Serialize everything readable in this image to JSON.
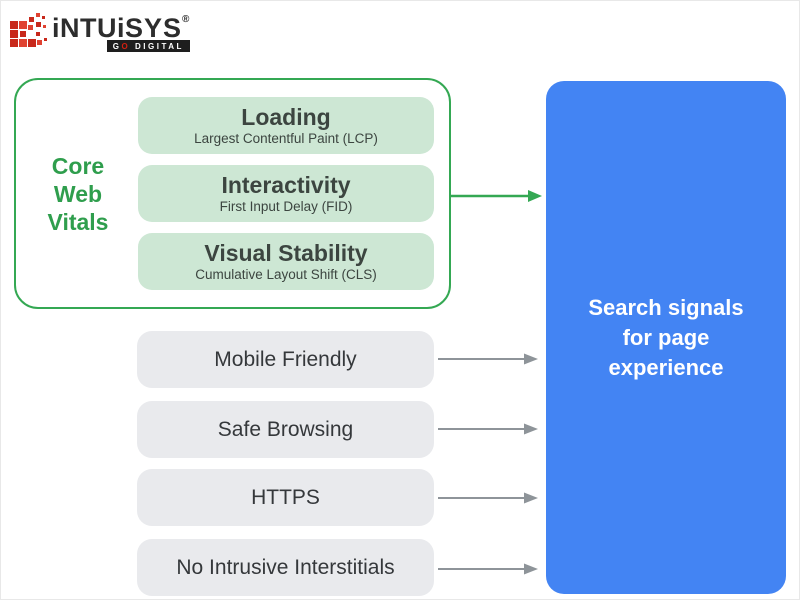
{
  "logo": {
    "name_part1": "iNTUi",
    "name_part2": "SYS",
    "registered": "®",
    "tagline_g": "G",
    "tagline_o": "O",
    "tagline_rest": "DIGITAL"
  },
  "colors": {
    "green_accent": "#34A853",
    "green_light_fill": "#CDE7D4",
    "gray_pill_fill": "#E9EAED",
    "blue_fill": "#4384F3",
    "dark_text": "#3C4043",
    "arrow_gray": "#8E9499",
    "logo_red": "#D32011"
  },
  "diagram": {
    "core_web_vitals": {
      "label": "Core\nWeb\nVitals",
      "items": [
        {
          "title": "Loading",
          "subtitle": "Largest Contentful Paint (LCP)"
        },
        {
          "title": "Interactivity",
          "subtitle": "First Input Delay (FID)"
        },
        {
          "title": "Visual Stability",
          "subtitle": "Cumulative Layout Shift (CLS)"
        }
      ]
    },
    "signals": [
      {
        "label": "Mobile Friendly"
      },
      {
        "label": "Safe Browsing"
      },
      {
        "label": "HTTPS"
      },
      {
        "label": "No Intrusive Interstitials"
      }
    ],
    "result_box": {
      "label": "Search signals\nfor page\nexperience"
    }
  }
}
